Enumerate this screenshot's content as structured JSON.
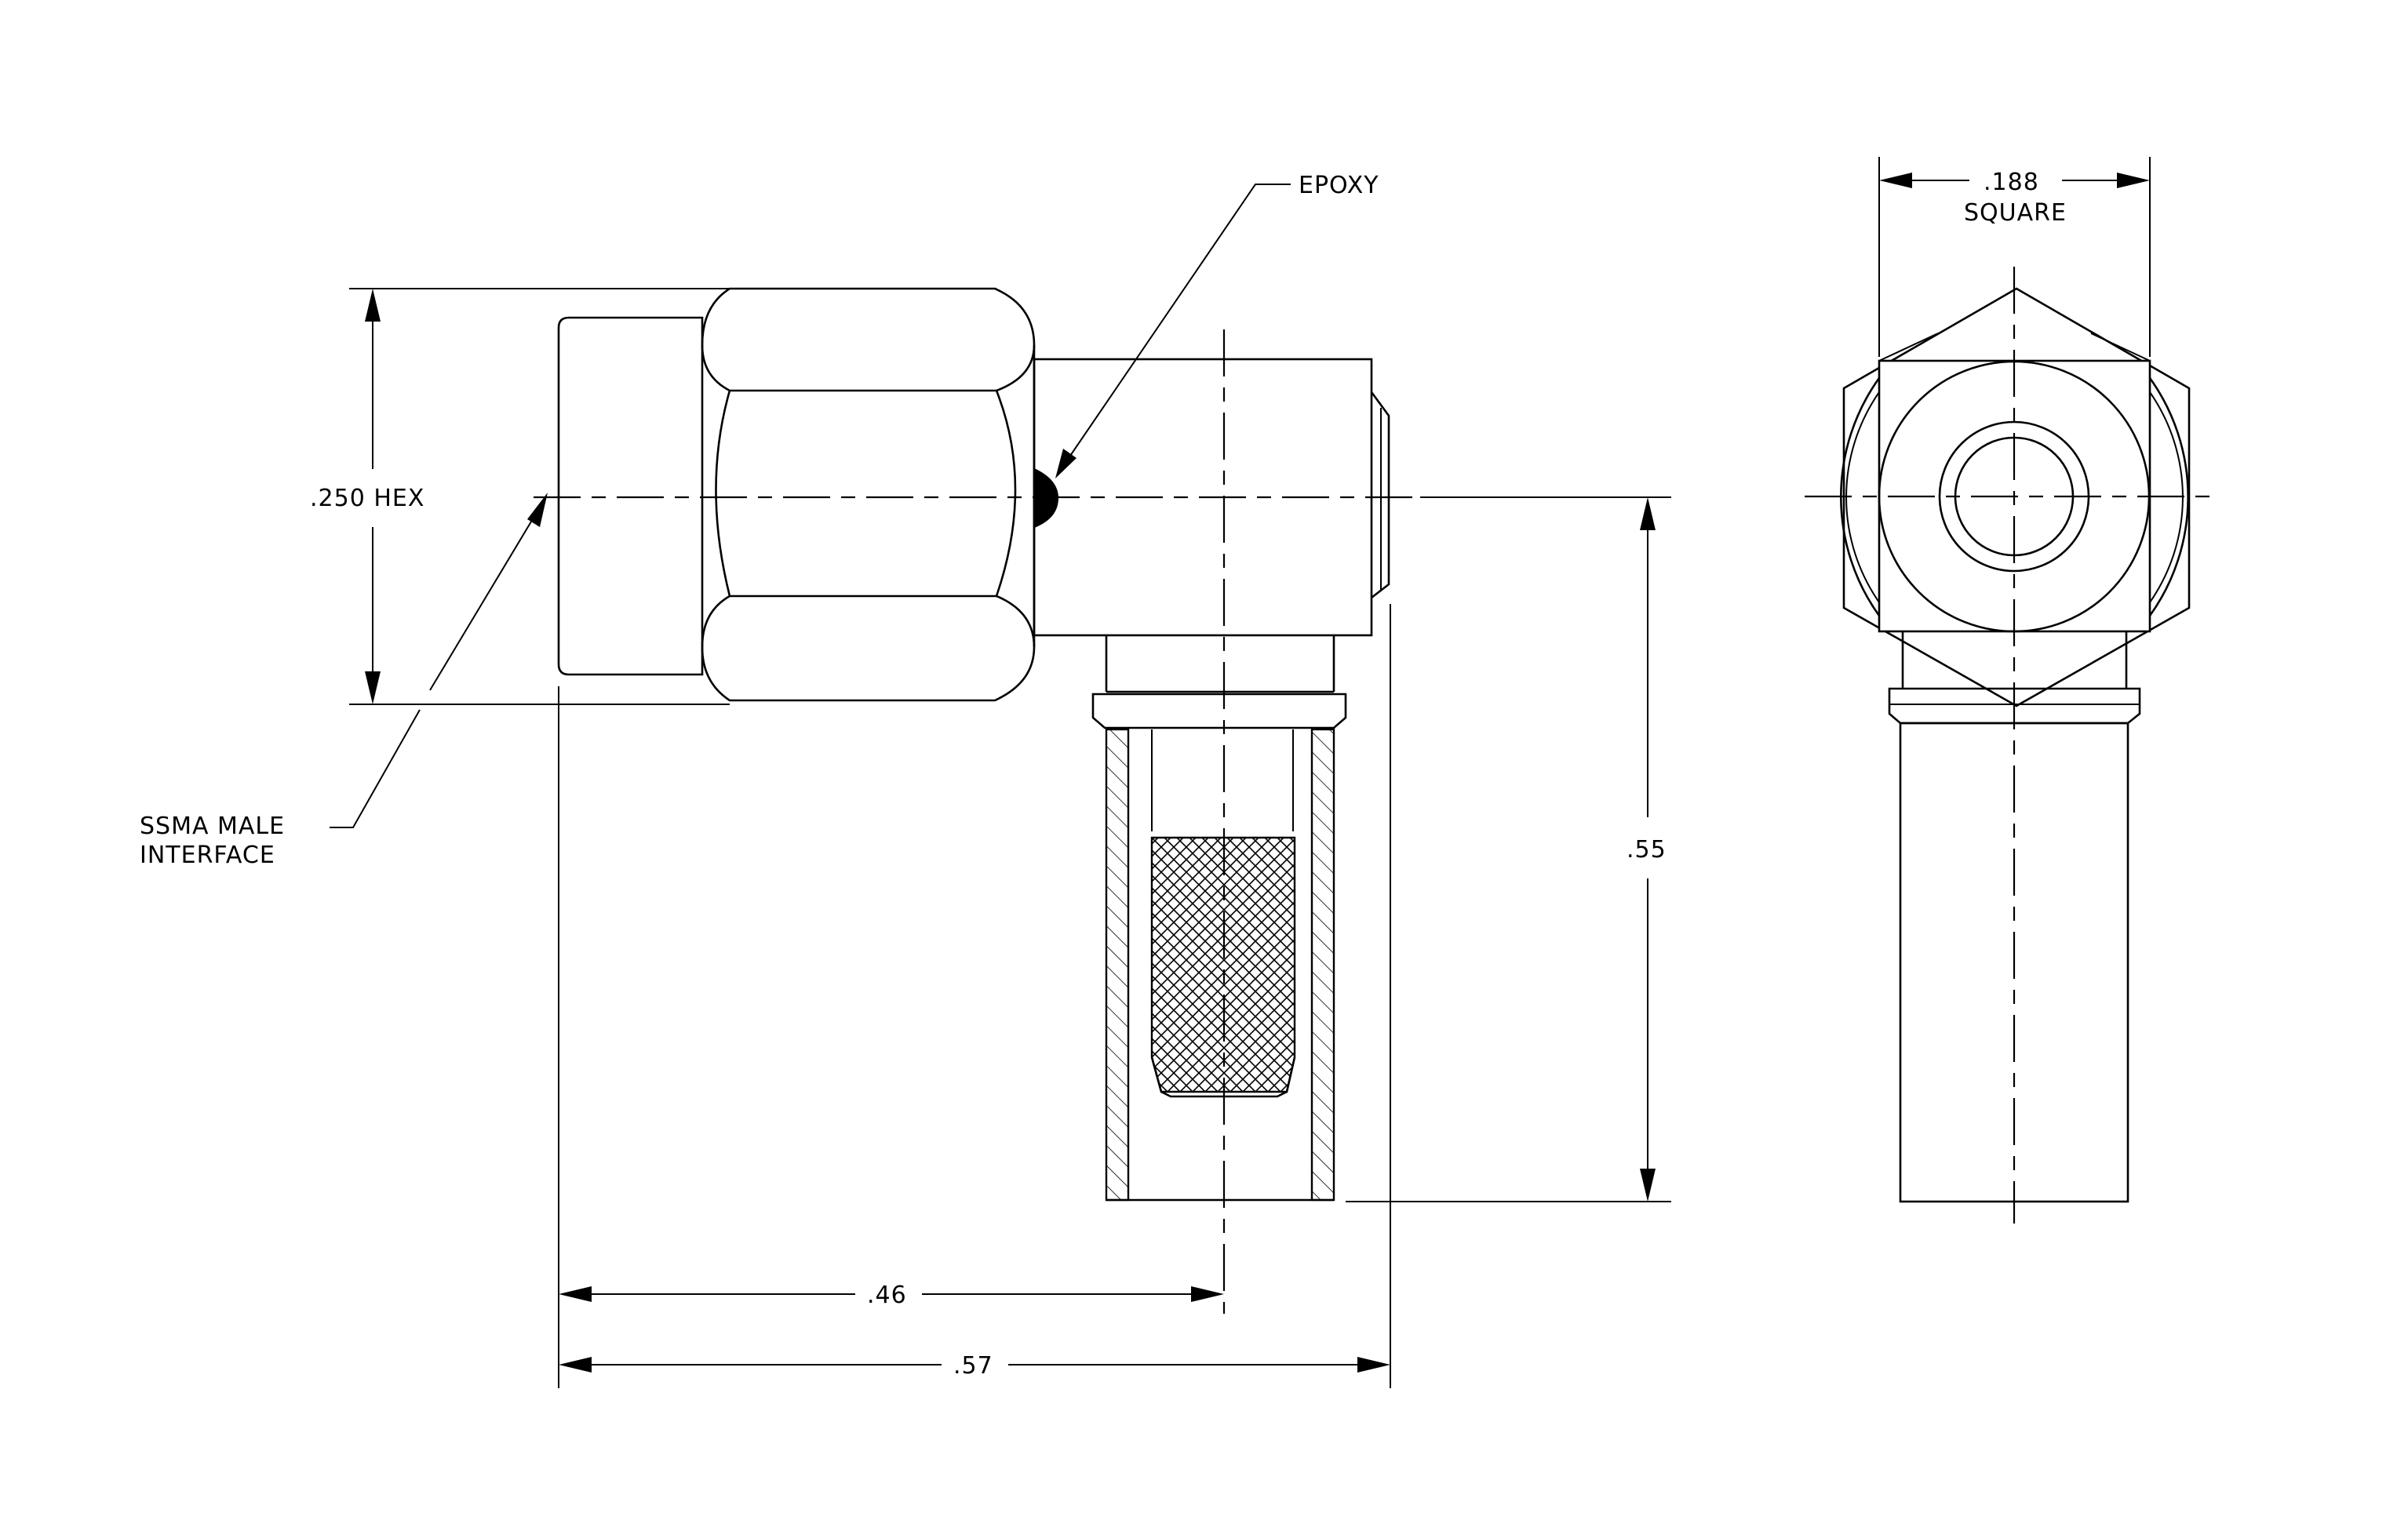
{
  "labels": {
    "epoxy": "EPOXY",
    "hex": ".250 HEX",
    "ssma_line1": "SSMA MALE",
    "ssma_line2": "INTERFACE",
    "dim_055": ".55",
    "dim_046": ".46",
    "dim_057": ".57",
    "square_value": ".188",
    "square_word": "SQUARE"
  },
  "colors": {
    "line": "#000000",
    "background": "#ffffff"
  }
}
